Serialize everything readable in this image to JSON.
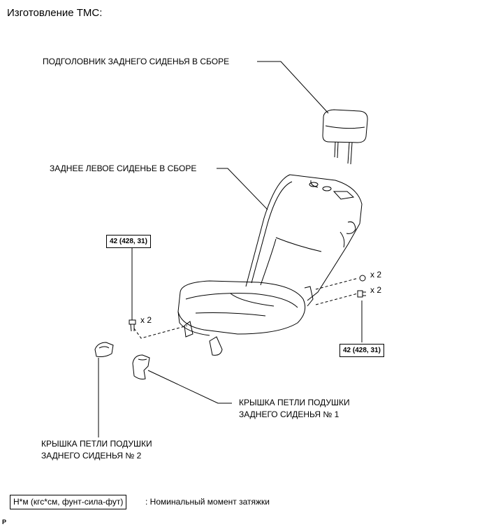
{
  "title": "Изготовление TMC:",
  "parts": {
    "headrest": "ПОДГОЛОВНИК ЗАДНЕГО СИДЕНЬЯ В СБОРЕ",
    "seat": "ЗАДНЕЕ ЛЕВОЕ СИДЕНЬЕ В СБОРЕ",
    "cover1_line1": "КРЫШКА ПЕТЛИ ПОДУШКИ",
    "cover1_line2": "ЗАДНЕГО СИДЕНЬЯ № 1",
    "cover2_line1": "КРЫШКА ПЕТЛИ ПОДУШКИ",
    "cover2_line2": "ЗАДНЕГО СИДЕНЬЯ № 2"
  },
  "torque": {
    "left": "42 (428, 31)",
    "right": "42 (428, 31)"
  },
  "quantities": {
    "left_bolt": "x 2",
    "right_nut": "x 2",
    "right_bolt": "x 2"
  },
  "legend": {
    "units": "Н*м (кгс*см, фунт-сила-фут)",
    "description": ": Номинальный момент затяжки"
  },
  "figure_code": "P"
}
